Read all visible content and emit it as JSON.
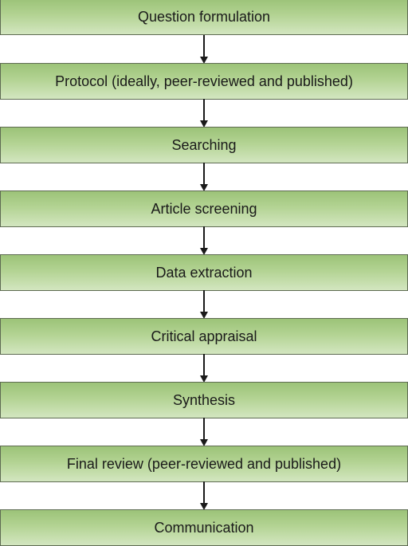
{
  "diagram": {
    "steps": [
      {
        "label": "Question formulation"
      },
      {
        "label": "Protocol (ideally, peer-reviewed and published)"
      },
      {
        "label": "Searching"
      },
      {
        "label": "Article screening"
      },
      {
        "label": "Data extraction"
      },
      {
        "label": "Critical appraisal"
      },
      {
        "label": "Synthesis"
      },
      {
        "label": "Final review (peer-reviewed and published)"
      },
      {
        "label": "Communication"
      }
    ],
    "colors": {
      "box_top": "#9cc378",
      "box_bottom": "#d3e6c0",
      "border": "#5e6b52",
      "arrow": "#1a1a1a",
      "text": "#1a1a1a"
    }
  }
}
